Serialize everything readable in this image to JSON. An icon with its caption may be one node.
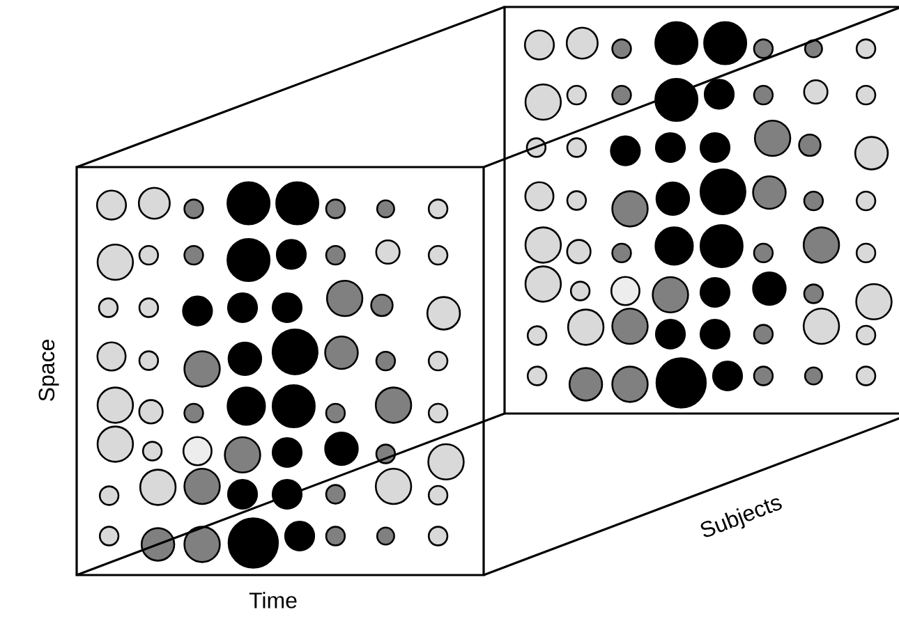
{
  "diagram": {
    "labels": [
      "Space",
      "Subjects",
      "Time"
    ]
  }
}
